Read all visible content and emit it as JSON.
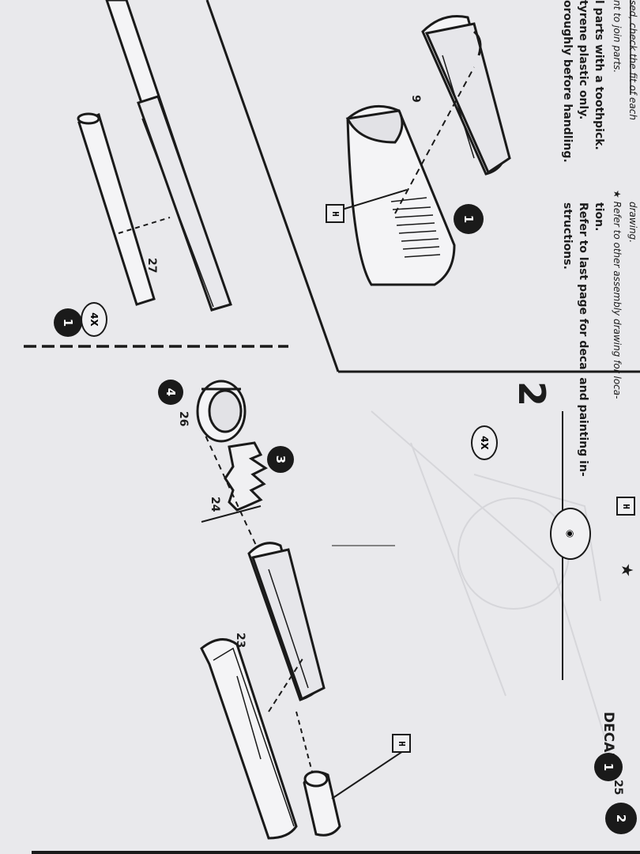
{
  "instructions_left": [
    "sed, check the fit of each",
    "nt to join parts.",
    "l parts with a toothpick.",
    "tyrene plastic only.",
    "oroughly before handling."
  ],
  "instructions_right": [
    "drawing.",
    "★ Refer to other assembly drawing for loca-",
    "tion.",
    "Refer to last page for decal and painting in-",
    "structions."
  ],
  "decal_label": "DECAL",
  "step_number": "2",
  "step_quantity": "4X",
  "sub_quantity": "4X",
  "star": "★",
  "part_numbers": {
    "p9": "9",
    "p27": "27",
    "p26": "26",
    "p24": "24",
    "p23": "23",
    "p25": "25"
  },
  "callouts": {
    "c1_upper": "1",
    "c1_lower": "1",
    "c1_right": "1",
    "c2": "2",
    "c3": "3",
    "c4": "4"
  },
  "cement_marks": {
    "h1": "H",
    "h2": "H",
    "h3": "H"
  }
}
